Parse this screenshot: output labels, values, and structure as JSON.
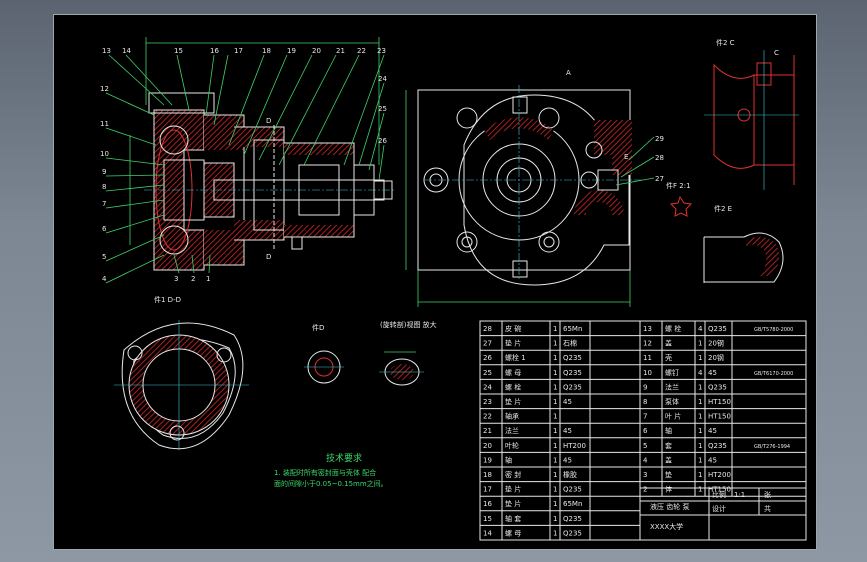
{
  "balloons_left": [
    "13",
    "14",
    "15",
    "16",
    "17",
    "18",
    "19",
    "20",
    "21",
    "22",
    "23",
    "24",
    "25",
    "26"
  ],
  "balloons_side": [
    "12",
    "11",
    "10",
    "9",
    "8",
    "7",
    "6",
    "5",
    "4",
    "3",
    "2",
    "1"
  ],
  "balloons_right": [
    "29",
    "28",
    "27"
  ],
  "section_labels": {
    "dd": "件1 D-D",
    "view_d": "件D",
    "view_e": "件2 E",
    "view_c": "件2 C",
    "f_mark": "件F 2:1",
    "rot_view": "(旋转剖)视图 放大",
    "letter_d1": "D",
    "letter_d2": "D",
    "letter_a": "A",
    "letter_c": "C",
    "letter_e": "E"
  },
  "tech_req": {
    "title": "技术要求",
    "line1": "1. 装配时所有密封面与壳体 配合",
    "line2": "面的间隙小于0.05~0.15mm之间。"
  },
  "bom_left": [
    [
      "28",
      "皮 碗",
      "1",
      "65Mn"
    ],
    [
      "27",
      "垫 片",
      "1",
      "石棉"
    ],
    [
      "26",
      "螺栓 1",
      "1",
      "Q235"
    ],
    [
      "25",
      "螺 母",
      "1",
      "Q235"
    ],
    [
      "24",
      "螺 栓",
      "1",
      "Q235"
    ],
    [
      "23",
      "垫 片",
      "1",
      "45"
    ],
    [
      "22",
      "轴承",
      "1",
      ""
    ],
    [
      "21",
      "法兰",
      "1",
      "45"
    ],
    [
      "20",
      "叶轮",
      "1",
      "HT200"
    ],
    [
      "19",
      "轴",
      "1",
      "45"
    ],
    [
      "18",
      "密 封",
      "1",
      "橡胶"
    ],
    [
      "17",
      "垫 片",
      "1",
      "Q235"
    ],
    [
      "16",
      "垫 片",
      "1",
      "65Mn"
    ],
    [
      "15",
      "轴 套",
      "1",
      "Q235"
    ],
    [
      "14",
      "螺 母",
      "1",
      "Q235"
    ]
  ],
  "bom_right": [
    [
      "13",
      "螺 栓",
      "4",
      "Q235"
    ],
    [
      "12",
      "盖",
      "1",
      "20钢"
    ],
    [
      "11",
      "壳",
      "1",
      "20钢"
    ],
    [
      "10",
      "螺钉",
      "4",
      "45"
    ],
    [
      "9",
      "法兰",
      "1",
      "Q235"
    ],
    [
      "8",
      "泵体",
      "1",
      "HT150"
    ],
    [
      "7",
      "叶 片",
      "1",
      "HT150"
    ],
    [
      "6",
      "轴",
      "1",
      "45"
    ],
    [
      "5",
      "套",
      "1",
      "Q235"
    ],
    [
      "4",
      "盖",
      "1",
      "45"
    ],
    [
      "3",
      "垫",
      "1",
      "HT200"
    ],
    [
      "2",
      "体",
      "1",
      "HT150"
    ]
  ],
  "std_codes": [
    "GB/T5780-2000",
    "GB/T6170-2000",
    "GB/T276-1994"
  ],
  "title_block": {
    "name": "液压 齿轮 泵",
    "scale_label": "比例",
    "scale": "1:1",
    "sheet_label": "张",
    "drawn": "设计",
    "sheet_count": "共",
    "school": "XXXX大学"
  },
  "colors": {
    "line": "#e8e8e8",
    "section": "#e03030",
    "dimension": "#3fd36a",
    "center": "#39c6d6"
  }
}
